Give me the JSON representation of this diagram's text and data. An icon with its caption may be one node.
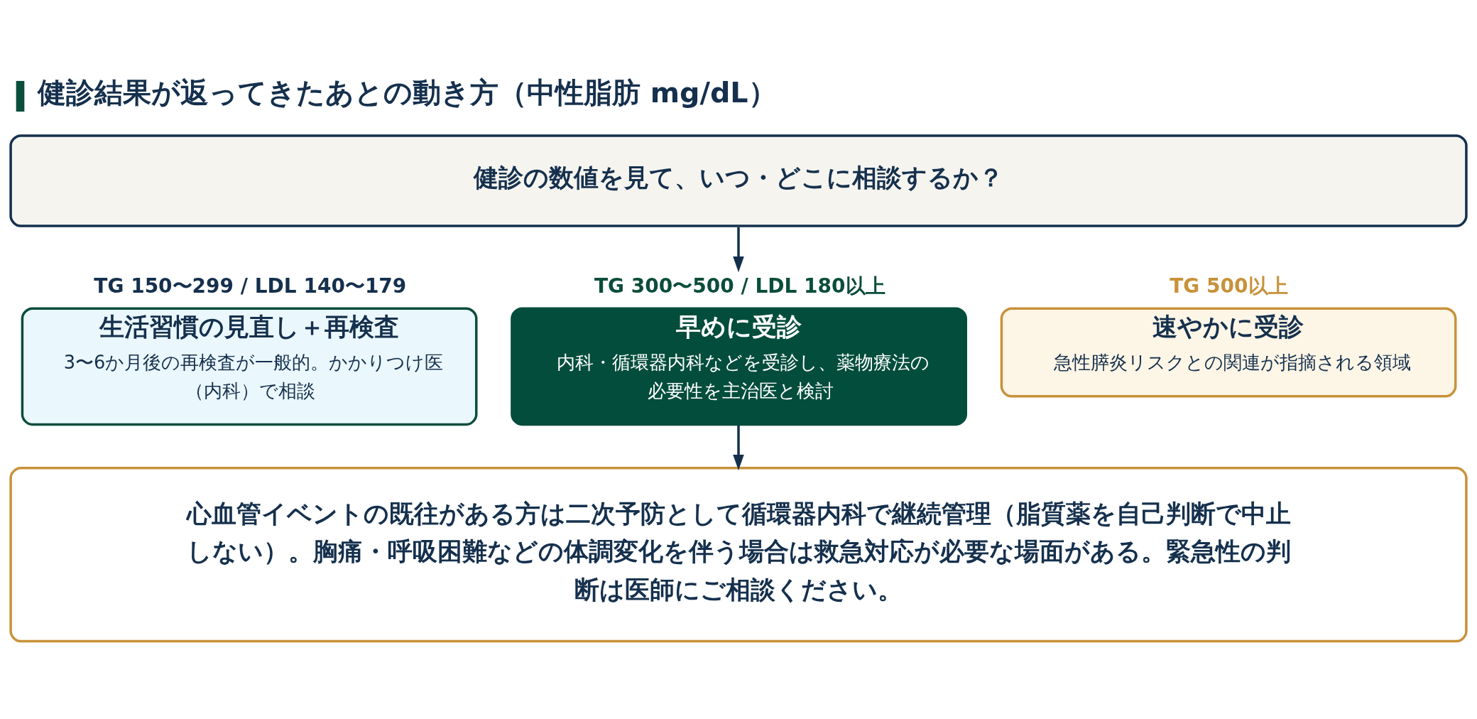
{
  "diagram": {
    "title": "健診結果が返ってきたあとの動き方（中性脂肪 mg/dL）",
    "nodes": [
      {
        "text": [
          "健診の数値を見て、いつ・どこに相談するか？"
        ]
      },
      {
        "text": [
          "TG 150〜299 / LDL 140〜179",
          "生活習慣の見直し＋再検査",
          "3〜6か月後の再検査が一般的。かかりつけ医（内科）で相談"
        ]
      },
      {
        "text": [
          "TG 300〜500 / LDL 180以上",
          "早めに受診",
          "内科・循環器内科などを受診し、薬物療法の必要性を主治医と検討"
        ]
      },
      {
        "text": [
          "TG 500以上",
          "速やかに受診",
          "急性膵炎リスクとの関連が指摘される領域"
        ]
      },
      {
        "text": [
          "心血管イベントの既往がある方は二次予防として循環器内科で継続管理（脂質薬を自己判断で中止しない）。胸痛・呼吸困難などの体調変化を伴う場合は救急対応が必要な場面がある。緊急性の判断は医師にご相談ください。"
        ]
      }
    ],
    "edges": [
      {
        "from": 0,
        "to": 2,
        "arrow": "to"
      },
      {
        "from": 2,
        "to": 4,
        "arrow": "to"
      }
    ]
  }
}
